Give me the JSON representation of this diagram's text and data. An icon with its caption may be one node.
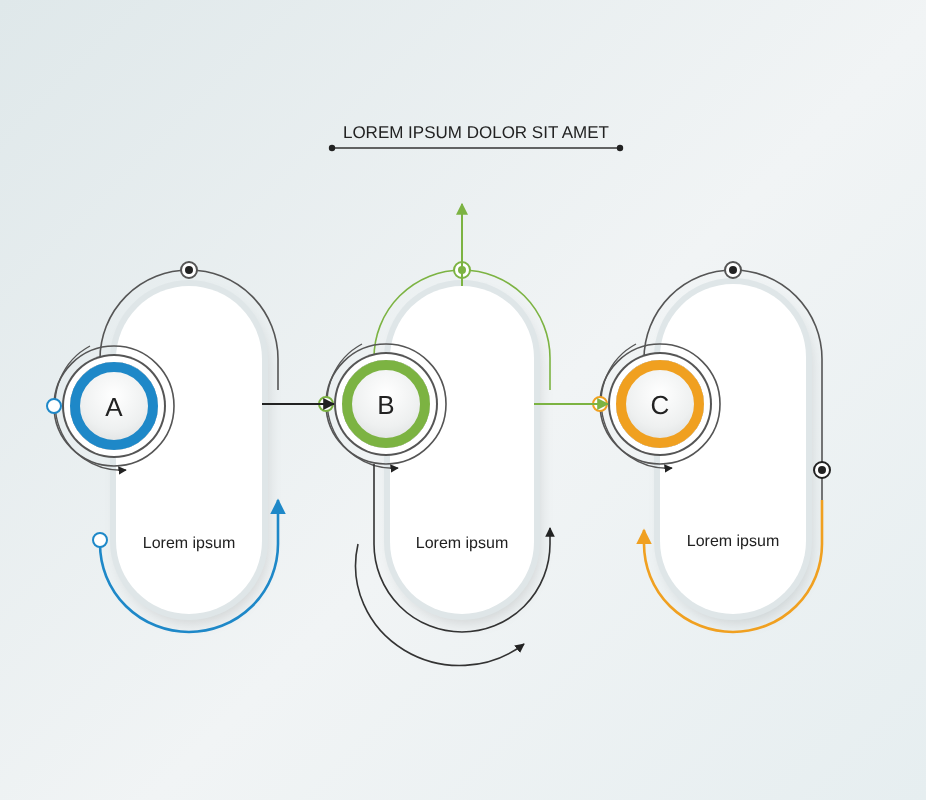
{
  "diagram": {
    "title": "LOREM IPSUM DOLOR SIT AMET",
    "nodes": [
      {
        "text": [
          "A"
        ]
      },
      {
        "text": [
          "Lorem ipsum"
        ]
      },
      {
        "text": [
          "B"
        ]
      },
      {
        "text": [
          "Lorem ipsum"
        ]
      },
      {
        "text": [
          "C"
        ]
      },
      {
        "text": [
          "Lorem ipsum"
        ]
      }
    ],
    "edges": [
      {
        "from": 1,
        "to": 2,
        "arrow": "to",
        "color": "#222222"
      },
      {
        "from": 3,
        "to": 4,
        "arrow": "to"
      },
      {
        "from": 3,
        "to": null,
        "arrow": "to"
      }
    ]
  }
}
